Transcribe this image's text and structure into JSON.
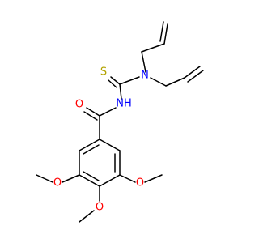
{
  "colors": {
    "background": "#ffffff",
    "bond": "#000000",
    "oxygen": "#ff0000",
    "nitrogen": "#0000ff",
    "sulfur": "#b2a200",
    "hydrogen_on_nitrogen": "#0000ff"
  },
  "atoms": {
    "s_thione": "S",
    "n_amine": "N",
    "nh_amide": "NH",
    "o_carbonyl": "O",
    "o_methoxy_left": "O",
    "o_methoxy_right": "O",
    "o_methoxy_bottom": "O"
  }
}
